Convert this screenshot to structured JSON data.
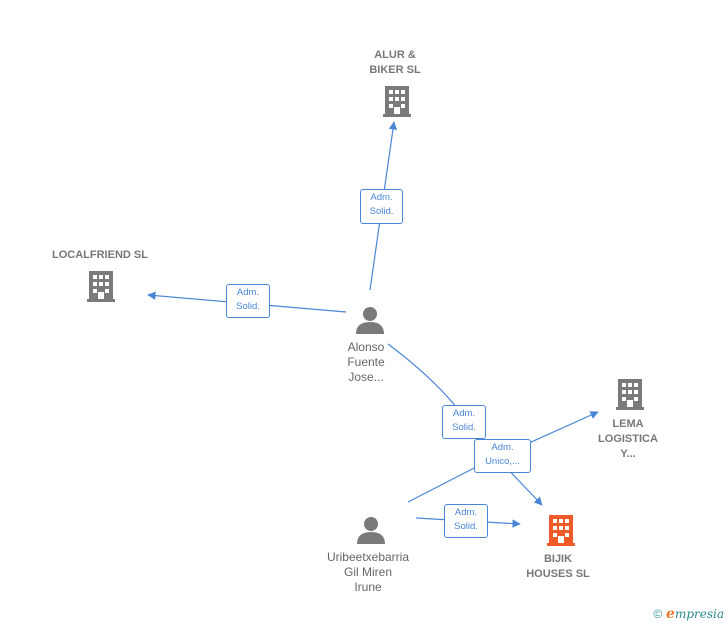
{
  "companies": {
    "alur": {
      "label": "ALUR &\nBIKER SL"
    },
    "localfriend": {
      "label": "LOCALFRIEND SL"
    },
    "lema": {
      "label": "LEMA\nLOGISTICA\nY..."
    },
    "bijik": {
      "label": "BIJIK\nHOUSES  SL"
    }
  },
  "persons": {
    "alonso": {
      "label": "Alonso\nFuente\nJose..."
    },
    "uribe": {
      "label": "Uribeetxebarria\nGil Miren\nIrune"
    }
  },
  "edges": {
    "alonso_alur": "Adm.\nSolid.",
    "alonso_localfriend": "Adm.\nSolid.",
    "alonso_bijik": "Adm.\nSolid.",
    "uribe_lema": "Adm.\nUnico,...",
    "uribe_bijik": "Adm.\nSolid."
  },
  "colors": {
    "edge": "#4a86d6",
    "company_icon": "#7a7a7a",
    "company_highlight": "#f05a28",
    "person_icon": "#7a7a7a"
  },
  "footer": {
    "copyright": "©",
    "brand_e": "e",
    "brand_rest": "mpresia"
  }
}
